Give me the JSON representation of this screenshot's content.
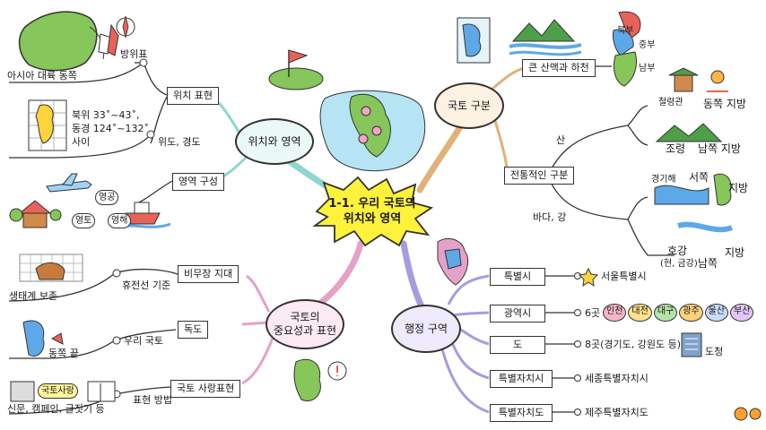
{
  "center": {
    "line1": "1-1. 우리 국토의",
    "line2": "위치와 영역"
  },
  "topics": {
    "position": "위치와 영역",
    "division": "국토 구분",
    "importance": {
      "line1": "국토의",
      "line2": "중요성과 표현"
    },
    "admin": "행정 구역"
  },
  "position": {
    "loc_box": "위치 표현",
    "compass": "방위표",
    "asia_east": "아시아 대륙 동쪽",
    "coords": [
      "북위 33˚~43˚,",
      "동경 124˚~132˚",
      "사이"
    ],
    "latlon": "위도, 경도",
    "terr_box": "영역 구성",
    "territory": {
      "air": "영공",
      "land": "영토",
      "sea": "영해"
    }
  },
  "division": {
    "mountain_box": "큰 산맥과 하천",
    "regions": {
      "north": "북부",
      "central": "중부",
      "south": "남부"
    },
    "trad_box": "전통적인 구분",
    "mountain": "산",
    "river_sea": "바다, 강",
    "gwandong": {
      "name": "철령관",
      "region": "동쪽 지방"
    },
    "yeongnam": {
      "name": "조령",
      "region": "남쪽 지방"
    },
    "giho": {
      "name": "경기해",
      "region": "서쪽",
      "region2": "지방"
    },
    "honam": {
      "name": "호강",
      "note": "(현, 금강)",
      "region": "남쪽",
      "region2": "지방"
    }
  },
  "importance": {
    "dmz_box": "비무장 지대",
    "dmz_basis": "휴전선 기준",
    "ecology": "생태계 보존",
    "dokdo_box": "독도",
    "our_land": "우리 국토",
    "east_end": "동쪽 끝",
    "love_box": "국토 사랑표현",
    "expr_method": "표현 방법",
    "media": "신문, 캠페인, 글짓기 등",
    "sign": "국토사랑"
  },
  "admin": {
    "rows": [
      {
        "box": "특별시",
        "desc": "서울특별시"
      },
      {
        "box": "광역시",
        "desc": "6곳"
      },
      {
        "box": "도",
        "desc": "8곳(경기도, 강원도 등)"
      },
      {
        "box": "특별자치시",
        "desc": "세종특별자치시"
      },
      {
        "box": "특별자치도",
        "desc": "제주특별자치도"
      }
    ],
    "metros": [
      {
        "name": "인천",
        "color": "#f7b6c8"
      },
      {
        "name": "대전",
        "color": "#ffe28a"
      },
      {
        "name": "대구",
        "color": "#b6e3a8"
      },
      {
        "name": "광주",
        "color": "#ffd27a"
      },
      {
        "name": "울산",
        "color": "#c9dcff"
      },
      {
        "name": "부산",
        "color": "#e3c6f5"
      }
    ],
    "dochung": "도청"
  },
  "colors": {
    "branch_teal": "#8fd6cf",
    "branch_tan": "#e0b277",
    "branch_pink": "#e6a1c9",
    "branch_purple": "#a89be0",
    "burst": "#fff23a",
    "land_green": "#86c65a",
    "sea_blue": "#5fa8e8",
    "north_red": "#e8625a"
  }
}
